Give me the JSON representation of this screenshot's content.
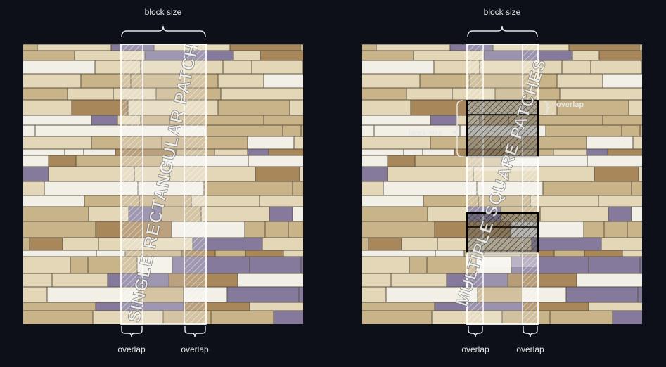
{
  "colors": {
    "background": "#0d1018",
    "annotation": "#e6e6e6",
    "stone_tan": "#c9b48a",
    "stone_light": "#e3d7b8",
    "stone_brown": "#a8875a",
    "stone_purple": "#857a9c",
    "stone_white": "#f2efe6",
    "grout": "#5a5244"
  },
  "left_panel": {
    "block_size_label": "block size",
    "patch_text": "SINGLE RECTANGULAR PATCH",
    "overlap_left_label": "overlap",
    "overlap_right_label": "overlap"
  },
  "right_panel": {
    "block_size_top_label": "block size",
    "block_size_side_label": "block size",
    "overlap_side_label": "overlap",
    "patch_text": "MULTIPLE SQUARE PATCHES",
    "overlap_left_label": "overlap",
    "overlap_right_label": "overlap"
  }
}
